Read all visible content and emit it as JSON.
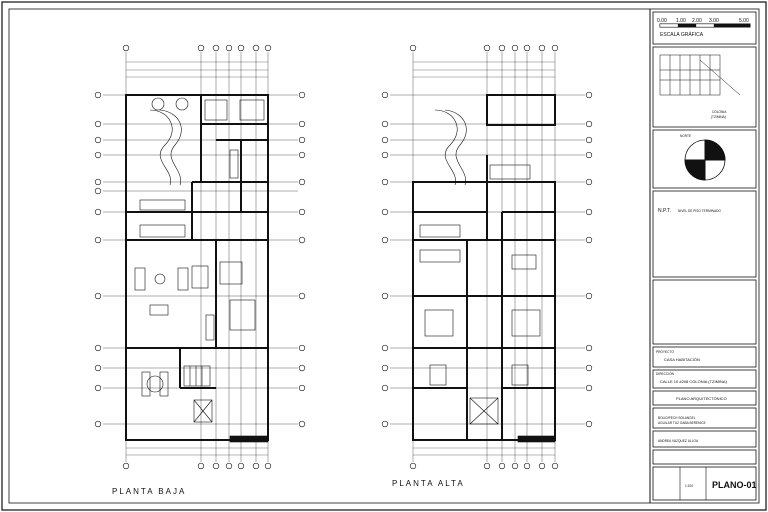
{
  "plans": {
    "left_title": "PLANTA BAJA",
    "right_title": "PLANTA ALTA"
  },
  "title_block": {
    "scale": {
      "ticks": [
        "0.00",
        "1.00",
        "2.00",
        "3.00",
        "5.00"
      ],
      "label": "ESCALA GRÁFICA"
    },
    "location": {
      "label": "COLONIA",
      "sublabel": "(TZIMINA)"
    },
    "north_label": "NORTE",
    "npt": {
      "label": "N.P.T.",
      "desc": "NIVEL DE PISO TERMINADO"
    },
    "proyecto_label": "PROYECTO",
    "proyecto_value": "CASA HABITACIÓN",
    "direccion_label": "DIRECCIÓN",
    "direccion_value": "CALLE 10 #208 COLONIA (TZIMINA)",
    "contenido_value": "PLANO ARQUITECTÓNICO",
    "alumnos": [
      "BOLIO/PECH SOLANGEL",
      "AGUILAR TUZ GABA BERENICE"
    ],
    "profesor_value": "ANDREA VAZQUEZ ULLOA",
    "plano_id": "PLANO-01",
    "escala_value": "1:100"
  },
  "colors": {
    "line": "#111111",
    "paper": "#ffffff"
  }
}
